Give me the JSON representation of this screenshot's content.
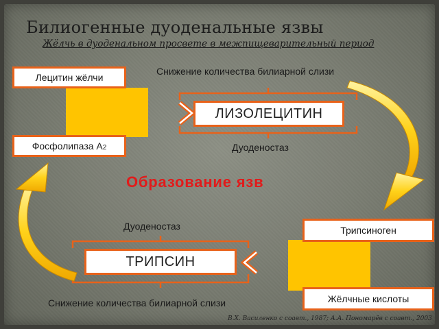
{
  "slide": {
    "title": "Билиогенные дуоденальные язвы",
    "subtitle": "Жёлчь в дуоденальном просвете в межпищеварительный период",
    "top_left": {
      "box1": "Лецитин жёлчи",
      "box2": "Фосфолипаза А2",
      "box2_main": "Фосфолипаза А",
      "box2_sub": "2"
    },
    "top_result": {
      "above": "Снижение количества билиарной слизи",
      "box": "ЛИЗОЛЕЦИТИН",
      "below": "Дуоденостаз"
    },
    "center": "Образование язв",
    "bottom_right": {
      "box1": "Трипсиноген",
      "box2": "Жёлчные кислоты"
    },
    "bottom_result": {
      "above": "Дуоденостаз",
      "box": "ТРИПСИН",
      "below": "Снижение количества билиарной слизи"
    },
    "citation": "В.Х. Василенко с соавт., 1987; А.А. Пономарёв с соавт., 2003"
  },
  "colors": {
    "accent": "#e8621a",
    "yellow": "#ffc400",
    "red_text": "#e11b1b",
    "background": "#7c7f74"
  }
}
